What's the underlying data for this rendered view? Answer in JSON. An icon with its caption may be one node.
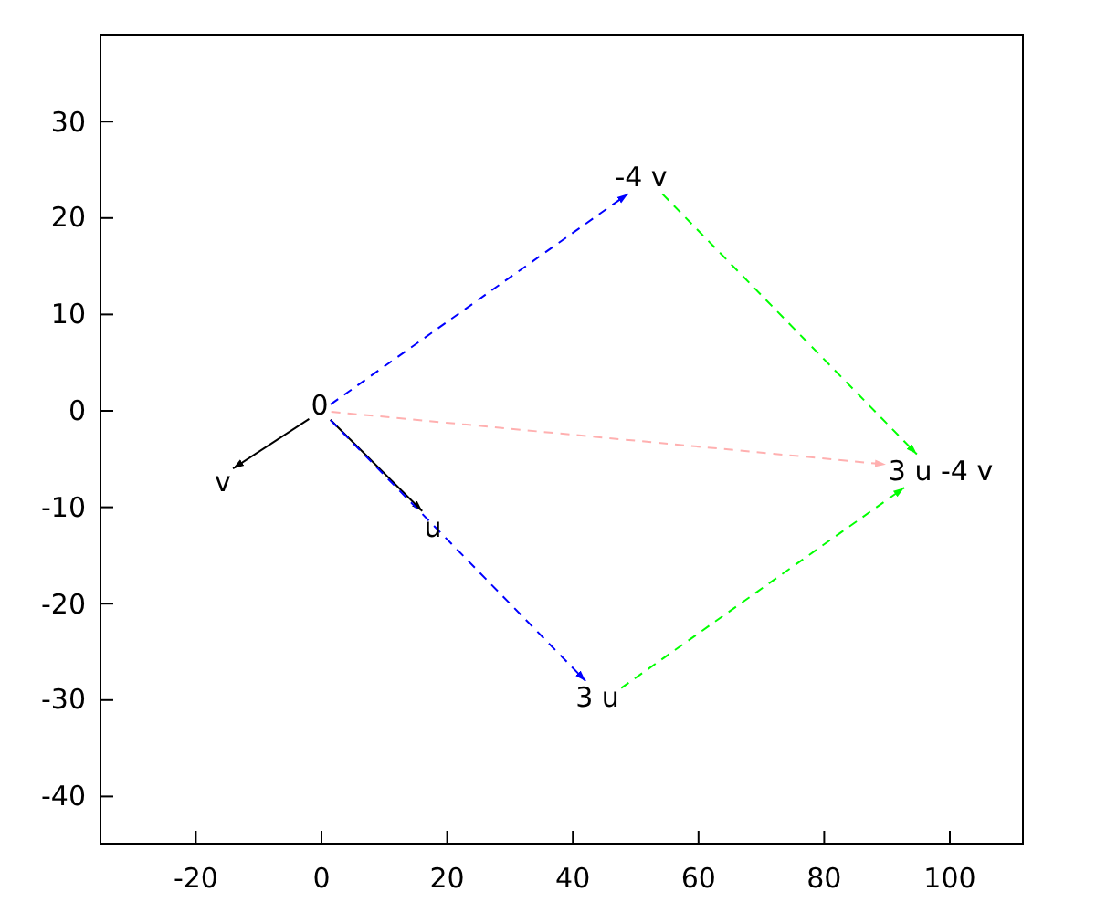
{
  "diagram": {
    "nodes": [
      {
        "text": [
          "0"
        ]
      },
      {
        "text": [
          "v"
        ]
      },
      {
        "text": [
          "u"
        ]
      },
      {
        "text": [
          "-4 v"
        ]
      },
      {
        "text": [
          "3 u"
        ]
      },
      {
        "text": [
          "3 u -4 v"
        ]
      }
    ],
    "edges": [
      {
        "from": 0,
        "to": 1,
        "arrow": "to"
      },
      {
        "from": 0,
        "to": 2,
        "arrow": "to"
      },
      {
        "from": 0,
        "to": 3,
        "arrow": "to",
        "style": "dashed",
        "color": "#0000ff"
      },
      {
        "from": 0,
        "to": 4,
        "arrow": "to",
        "style": "dashed",
        "color": "#0000ff"
      },
      {
        "from": 3,
        "to": 5,
        "arrow": "to",
        "style": "dashed",
        "color": "#00ff00"
      },
      {
        "from": 4,
        "to": 5,
        "arrow": "to",
        "style": "dashed",
        "color": "#00ff00"
      },
      {
        "from": 0,
        "to": 5,
        "arrow": "to",
        "style": "dashed",
        "color": "#ffb0b0"
      }
    ],
    "labels": [
      "30",
      "20",
      "10",
      "0",
      "-10",
      "-20",
      "-30",
      "-40",
      "-20",
      "0",
      "20",
      "40",
      "60",
      "80",
      "100"
    ]
  }
}
